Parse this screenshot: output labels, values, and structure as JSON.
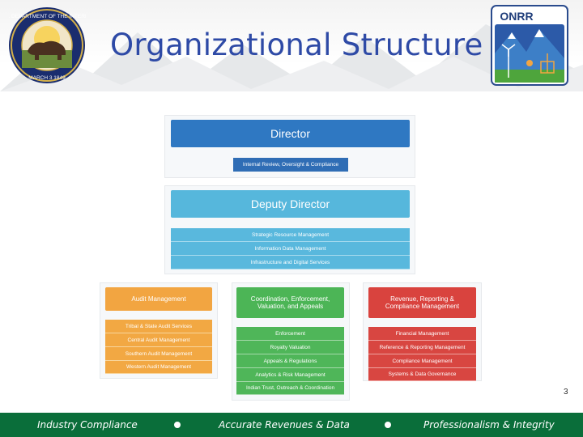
{
  "slide": {
    "title": "Organizational Structure",
    "page_number": "3"
  },
  "logos": {
    "doi_seal": {
      "icon": "doi-seal-icon",
      "text_top": "U.S. DEPARTMENT OF THE INTERIOR",
      "text_bottom": "MARCH 3 1849"
    },
    "onrr": {
      "icon": "onrr-logo-icon",
      "label": "ONRR"
    }
  },
  "org_chart": {
    "director": {
      "title": "Director",
      "sub": "Internal Review, Oversight & Compliance"
    },
    "deputy": {
      "title": "Deputy Director",
      "items": [
        "Strategic Resource Management",
        "Information Data Management",
        "Infrastructure and Digital Services"
      ]
    },
    "audit": {
      "title": "Audit Management",
      "items": [
        "Tribal & State Audit Services",
        "Central Audit Management",
        "Southern Audit Management",
        "Western Audit Management"
      ]
    },
    "coordination": {
      "title": "Coordination, Enforcement, Valuation, and Appeals",
      "items": [
        "Enforcement",
        "Royalty Valuation",
        "Appeals & Regulations",
        "Analytics & Risk Management",
        "Indian Trust, Outreach & Coordination"
      ]
    },
    "revenue": {
      "title": "Revenue, Reporting & Compliance Management",
      "items": [
        "Financial Management",
        "Reference & Reporting Management",
        "Compliance Management",
        "Systems & Data Governance"
      ]
    },
    "colors": {
      "director": "#2f78c2",
      "deputy": "#56b7dc",
      "audit": "#f2a541",
      "coordination": "#4cb556",
      "revenue": "#d9433e"
    }
  },
  "footer": {
    "items": [
      "Industry Compliance",
      "Accurate Revenues & Data",
      "Professionalism & Integrity"
    ],
    "background": "#0a6e3a"
  }
}
